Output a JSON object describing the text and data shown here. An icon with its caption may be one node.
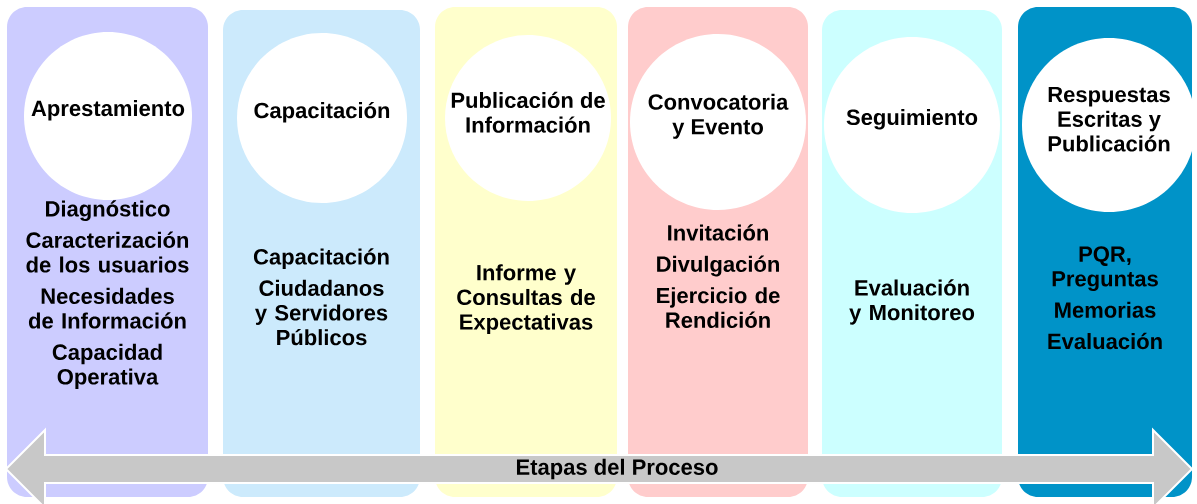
{
  "diagram": {
    "nodes": [
      {
        "text": [
          "Diagnóstico",
          "Caracterización de los usuarios",
          "Necesidades de Información",
          "Capacidad Operativa"
        ]
      },
      {
        "text": [
          "Aprestamiento"
        ],
        "in": 0
      },
      {
        "text": [
          "Capacitación",
          "Ciudadanos y Servidores Públicos"
        ]
      },
      {
        "text": [
          "Capacitación"
        ],
        "in": 2
      },
      {
        "text": [
          "Informe y Consultas de Expectativas"
        ]
      },
      {
        "text": [
          "Publicación de Información"
        ],
        "in": 4
      },
      {
        "text": [
          "Invitación",
          "Divulgación",
          "Ejercicio de Rendición"
        ]
      },
      {
        "text": [
          "Convocatoria y Evento"
        ],
        "in": 6
      },
      {
        "text": [
          "Evaluación y Monitoreo"
        ]
      },
      {
        "text": [
          "Seguimiento"
        ],
        "in": 8
      },
      {
        "text": [
          "PQR, Preguntas",
          "Memorias",
          "Evaluación"
        ]
      },
      {
        "text": [
          "Respuestas Escritas y Publicación"
        ],
        "in": 10
      },
      {
        "text": [
          "Etapas del Proceso"
        ]
      }
    ],
    "edges": []
  }
}
